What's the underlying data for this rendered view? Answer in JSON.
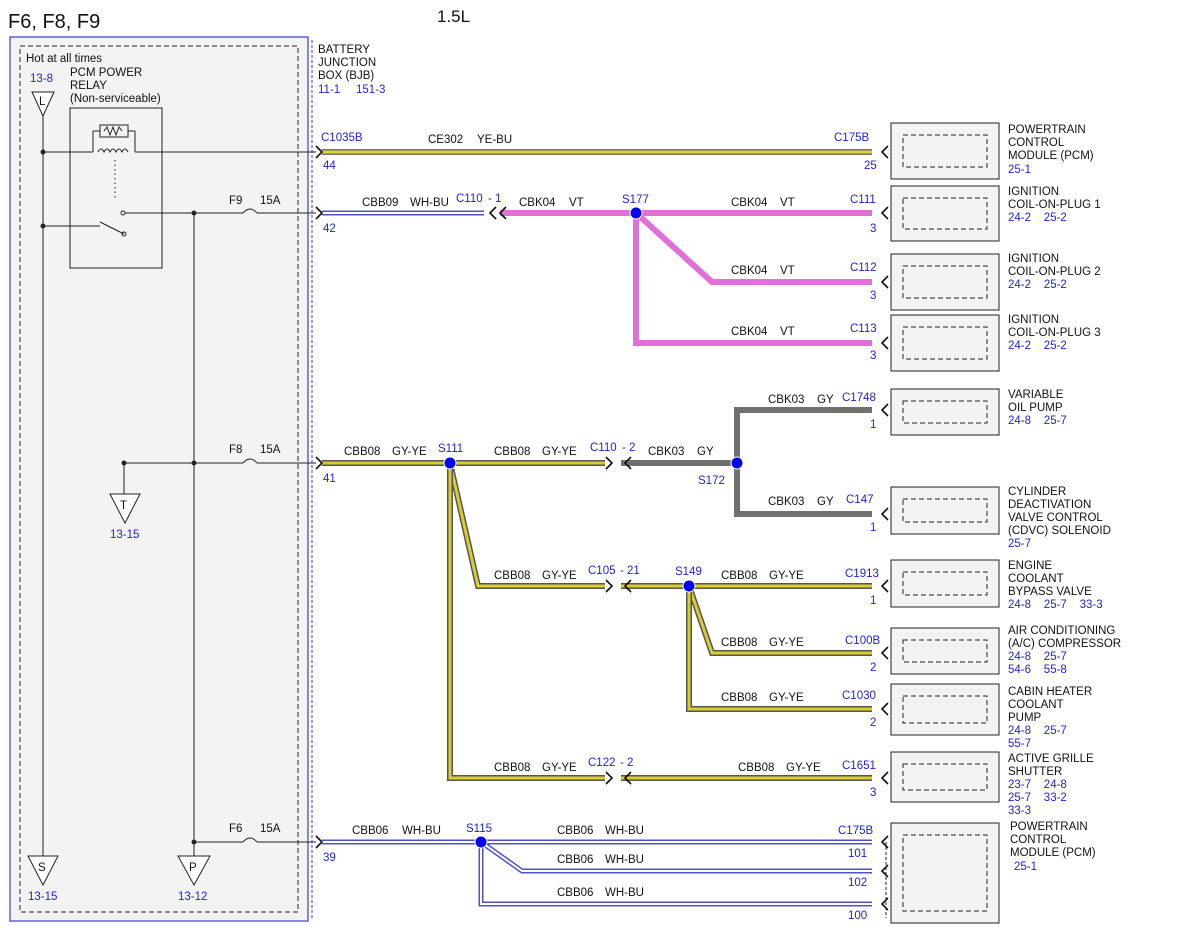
{
  "header": {
    "fuse_title": "F6, F8, F9",
    "engine": "1.5L"
  },
  "bjb": {
    "hot_label": "Hot at all times",
    "relay_name_1": "PCM POWER",
    "relay_name_2": "RELAY",
    "relay_note": "(Non-serviceable)",
    "ref_top": "13-8",
    "box_title_1": "BATTERY",
    "box_title_2": "JUNCTION",
    "box_title_3": "BOX (BJB)",
    "box_ref_1": "11-1",
    "box_ref_2": "151-3",
    "ref_t": "13-15",
    "ref_s": "13-15",
    "ref_p": "13-12",
    "term_l": "L",
    "term_t": "T",
    "term_s": "S",
    "term_p": "P"
  },
  "fuses": [
    {
      "name": "F9",
      "rating": "15A"
    },
    {
      "name": "F8",
      "rating": "15A"
    },
    {
      "name": "F6",
      "rating": "15A"
    }
  ],
  "bjb_pins": [
    {
      "connector": "C1035B",
      "pin": "44"
    },
    {
      "pin": "42"
    },
    {
      "pin": "41"
    },
    {
      "pin": "39"
    }
  ],
  "circuits": [
    {
      "code": "CE302",
      "color": "YE-BU"
    },
    {
      "code": "CBB09",
      "color": "WH-BU"
    },
    {
      "code": "CBK04",
      "color": "VT"
    },
    {
      "code": "CBK04",
      "color": "VT"
    },
    {
      "code": "CBK04",
      "color": "VT"
    },
    {
      "code": "CBK04",
      "color": "VT"
    },
    {
      "code": "CBB08",
      "color": "GY-YE"
    },
    {
      "code": "CBB08",
      "color": "GY-YE"
    },
    {
      "code": "CBK03",
      "color": "GY"
    },
    {
      "code": "CBK03",
      "color": "GY"
    },
    {
      "code": "CBK03",
      "color": "GY"
    },
    {
      "code": "CBB08",
      "color": "GY-YE"
    },
    {
      "code": "CBB08",
      "color": "GY-YE"
    },
    {
      "code": "CBB08",
      "color": "GY-YE"
    },
    {
      "code": "CBB08",
      "color": "GY-YE"
    },
    {
      "code": "CBB08",
      "color": "GY-YE"
    },
    {
      "code": "CBB08",
      "color": "GY-YE"
    },
    {
      "code": "CBB06",
      "color": "WH-BU"
    },
    {
      "code": "CBB06",
      "color": "WH-BU"
    },
    {
      "code": "CBB06",
      "color": "WH-BU"
    },
    {
      "code": "CBB06",
      "color": "WH-BU"
    }
  ],
  "inline": [
    {
      "connector": "C110",
      "pin": "- 1"
    },
    {
      "connector": "C110",
      "pin": "- 2"
    },
    {
      "connector": "C105",
      "pin": "- 21"
    },
    {
      "connector": "C122",
      "pin": "- 2"
    }
  ],
  "splices": [
    "S177",
    "S111",
    "S172",
    "S149",
    "S115"
  ],
  "components": [
    {
      "connector": "C175B",
      "pin": "25",
      "lines": [
        "POWERTRAIN",
        "CONTROL",
        "MODULE (PCM)"
      ],
      "refs": [
        "25-1"
      ]
    },
    {
      "connector": "C111",
      "pin": "3",
      "lines": [
        "IGNITION",
        "COIL-ON-PLUG 1"
      ],
      "refs": [
        "24-2    25-2"
      ]
    },
    {
      "connector": "C112",
      "pin": "3",
      "lines": [
        "IGNITION",
        "COIL-ON-PLUG 2"
      ],
      "refs": [
        "24-2    25-2"
      ]
    },
    {
      "connector": "C113",
      "pin": "3",
      "lines": [
        "IGNITION",
        "COIL-ON-PLUG 3"
      ],
      "refs": [
        "24-2    25-2"
      ]
    },
    {
      "connector": "C1748",
      "pin": "1",
      "lines": [
        "VARIABLE",
        "OIL PUMP"
      ],
      "refs": [
        "24-8    25-7"
      ]
    },
    {
      "connector": "C147",
      "pin": "1",
      "lines": [
        "CYLINDER",
        "DEACTIVATION",
        "VALVE CONTROL",
        "(CDVC) SOLENOID"
      ],
      "refs": [
        "25-7"
      ]
    },
    {
      "connector": "C1913",
      "pin": "1",
      "lines": [
        "ENGINE",
        "COOLANT",
        "BYPASS VALVE"
      ],
      "refs": [
        "24-8    25-7    33-3"
      ]
    },
    {
      "connector": "C100B",
      "pin": "2",
      "lines": [
        "AIR CONDITIONING",
        "(A/C) COMPRESSOR"
      ],
      "refs": [
        "24-8    25-7",
        "54-6    55-8"
      ]
    },
    {
      "connector": "C1030",
      "pin": "2",
      "lines": [
        "CABIN HEATER",
        "COOLANT",
        "PUMP"
      ],
      "refs": [
        "24-8    25-7",
        "55-7"
      ]
    },
    {
      "connector": "C1651",
      "pin": "3",
      "lines": [
        "ACTIVE GRILLE",
        "SHUTTER"
      ],
      "refs": [
        "23-7    24-8",
        "25-7    33-2",
        "33-3"
      ]
    },
    {
      "connector": "C175B",
      "pin": "101",
      "lines": [
        "POWERTRAIN",
        "CONTROL",
        "MODULE (PCM)"
      ],
      "refs": [
        "25-1"
      ]
    }
  ],
  "pcm2_pins": [
    "102",
    "100"
  ],
  "wire_colors": {
    "ye_bu": "#d8d030",
    "wh_bu": "#7a7ad8",
    "violet": "#e070d8",
    "gy_ye": "#d8cc30",
    "gray": "#707070",
    "blue_text": "#1f1fd6",
    "splice": "#0000ee"
  }
}
